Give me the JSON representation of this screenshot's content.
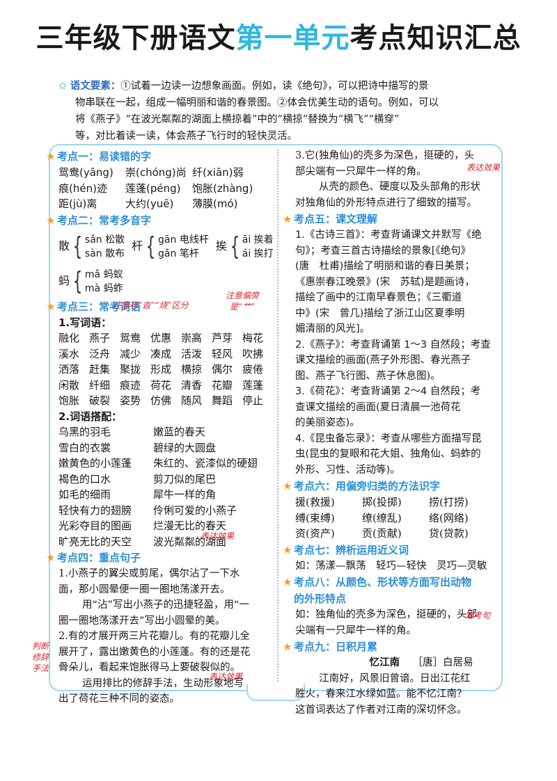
{
  "title": {
    "part1": "三年级下册语文",
    "part2": "第一单元",
    "part3": "考点知识汇总"
  },
  "intro": {
    "label": "语文要素：",
    "lines": [
      "①试着一边读一边想象画面。例如，读《绝句》，可以把诗中描写的景",
      "物串联在一起，组成一幅明丽和谐的春景图。②体会优美生动的语句。例如，可以",
      "将《燕子》“在波光粼粼的湖面上横掠着”中的“横掠”替换为“横飞”“横穿”",
      "等，对比着读一读，体会燕子飞行时的轻快灵活。"
    ]
  },
  "k1": {
    "head": "考点一：易读错的字",
    "rows": [
      [
        "鸳鸯(yāng)",
        "崇(chóng)尚",
        "纤(xiān)弱"
      ],
      [
        "痕(hén)迹",
        "莲蓬(péng)",
        "饱胀(zhàng)"
      ],
      [
        "距(jù)离",
        "大约(yuē)",
        "薄膜(mó)"
      ]
    ]
  },
  "k2": {
    "head": "考点二：常考多音字",
    "groups": [
      {
        "ch": "散",
        "a": "sǎn 松散",
        "b": "sàn 散布"
      },
      {
        "ch": "杆",
        "a": "gān 电线杆",
        "b": "gǎn 笔杆"
      },
      {
        "ch": "挨",
        "a": "āi 挨着",
        "b": "ái 挨打"
      },
      {
        "ch": "蚂",
        "a": "mǎ 蚂蚁",
        "b": "mà 蚂蚱"
      }
    ]
  },
  "k3": {
    "head": "考点三：常考词语",
    "sub1": "1.写词语：",
    "words": [
      [
        "融化",
        "燕子",
        "鸳鸯",
        "优惠",
        "崇高",
        "芦芽",
        "梅花"
      ],
      [
        "溪水",
        "泛舟",
        "减少",
        "凑成",
        "活泼",
        "轻风",
        "吹拂"
      ],
      [
        "洒落",
        "赶集",
        "聚拢",
        "形成",
        "横掠",
        "偶尔",
        "疲倦"
      ],
      [
        "闲散",
        "纤细",
        "痕迹",
        "荷花",
        "清香",
        "花瓣",
        "莲蓬"
      ],
      [
        "饱胀",
        "破裂",
        "姿势",
        "仿佛",
        "随风",
        "舞蹈",
        "停止"
      ]
    ],
    "sub2": "2.词语搭配：",
    "pairs": [
      [
        "乌黑的羽毛",
        "嫩蓝的春天"
      ],
      [
        "雪白的衣裳",
        "碧绿的大圆盘"
      ],
      [
        "嫩黄色的小莲蓬",
        "朱红的、瓷漆似的硬翅"
      ],
      [
        "褐色的口水",
        "剪刀似的尾巴"
      ],
      [
        "如毛的细雨",
        "犀牛一样的角"
      ],
      [
        "轻快有力的翅膀",
        "伶俐可爱的小燕子"
      ],
      [
        "光彩夺目的图画",
        "烂漫无比的春天"
      ],
      [
        "旷亮无比的天空",
        "波光粼粼的湖面"
      ]
    ]
  },
  "k4": {
    "head": "考点四：重点句子",
    "s1": [
      "1.小燕子的翼尖或剪尾，偶尔沾了一下水",
      "面，那小圆晕便一圈一圈地荡漾开去。"
    ],
    "s1a": [
      "用“沾”写出小燕子的迅捷轻盈，用“一",
      "圈一圈地荡漾开去”写出小圆晕的美。"
    ],
    "s2": [
      "2.有的才展开两三片花瓣儿。有的花瓣儿全",
      "展开了，露出嫩黄色的小莲蓬。有的还是花",
      "骨朵儿，看起来饱胀得马上要破裂似的。"
    ],
    "s2a": [
      "运用排比的修辞手法，生动形象地写",
      "出了荷花三种不同的姿态。"
    ]
  },
  "k4r": {
    "s3": [
      "3.它(独角仙)的壳多为深色，挺硬的，头",
      "部尖端有一只犀牛一样的角。"
    ],
    "s3a": [
      "从壳的颜色、硬度以及头部角的形状",
      "对独角仙的外形特点进行了细致的描写。"
    ]
  },
  "k5": {
    "head": "考点五：课文理解",
    "p1": [
      "1.《古诗三首》：考查背诵课文并默写《绝",
      "句》；考查三首古诗描绘的景象[《绝句》",
      "(唐　杜甫)描绘了明丽和谐的春日美景；",
      "《惠崇春江晚景》(宋　苏轼)是题画诗，",
      "描绘了画中的江南早春景色；《三衢道",
      "中》(宋　曾几)描绘了浙江山区夏季明",
      "媚清丽的风光]。"
    ],
    "p2": [
      "2.《燕子》：考查背诵第 1～3 自然段；考查",
      "课文描绘的画面(燕子外形图、春光燕子",
      "图、燕子飞行图、燕子休息图)。"
    ],
    "p3": [
      "3.《荷花》：考查背诵第 2～4 自然段；考",
      "查课文描绘的画面(夏日清晨一池荷花",
      "的美丽姿态)。"
    ],
    "p4": [
      "4.《昆虫备忘录》：考查从哪些方面描写昆",
      "虫(昆虫的复眼和花大姐、独角仙、蚂蚱的",
      "外形、习性、活动等)。"
    ]
  },
  "k6": {
    "head": "考点六：用偏旁归类的方法识字",
    "rows": [
      [
        "援(救援)",
        "掷(投掷)",
        "捞(打捞)"
      ],
      [
        "缚(束缚)",
        "缭(缭乱)",
        "络(网络)"
      ],
      [
        "资(资产)",
        "贡(贡献)",
        "贷(贷款)"
      ]
    ]
  },
  "k7": {
    "head": "考点七：辨析运用近义词",
    "text": "如：荡漾—飘荡　轻巧—轻快　灵巧—灵敏"
  },
  "k8": {
    "head1": "考点八：从颜色、形状等方面写出动物",
    "head2": "的外形特点",
    "lines": [
      "如：独角仙的壳多为深色，挺硬的，头部",
      "尖端有一只犀牛一样的角。"
    ]
  },
  "k9": {
    "head": "考点九：日积月累",
    "poem_title": "忆江南",
    "poem_author": "［唐］白居易",
    "poem": [
      "江南好，风景旧曾谙。日出江花红",
      "胜火，春来江水绿如蓝。能不忆江南？"
    ],
    "note": "这首词表达了作者对江南的深切怀念。"
  },
  "notes": {
    "n1": "注意与“沓”“烧”区分",
    "n2a": "注意偏旁",
    "n2b": "是“艹”",
    "n3": "表达效果",
    "n4": "表达效果",
    "n5": "表达效果",
    "n6a": "判断",
    "n6b": "修辞",
    "n6c": "手法",
    "n7": "常考句"
  }
}
